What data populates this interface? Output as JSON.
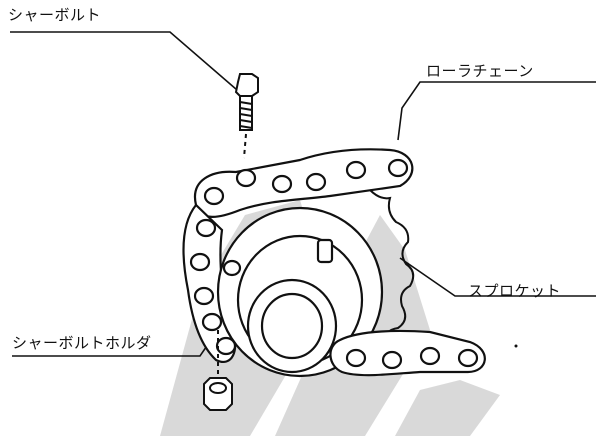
{
  "labels": {
    "shear_bolt": "シャーボルト",
    "roller_chain": "ローラチェーン",
    "sprocket": "スプロケット",
    "shear_bolt_holder": "シャーボルトホルダ"
  }
}
